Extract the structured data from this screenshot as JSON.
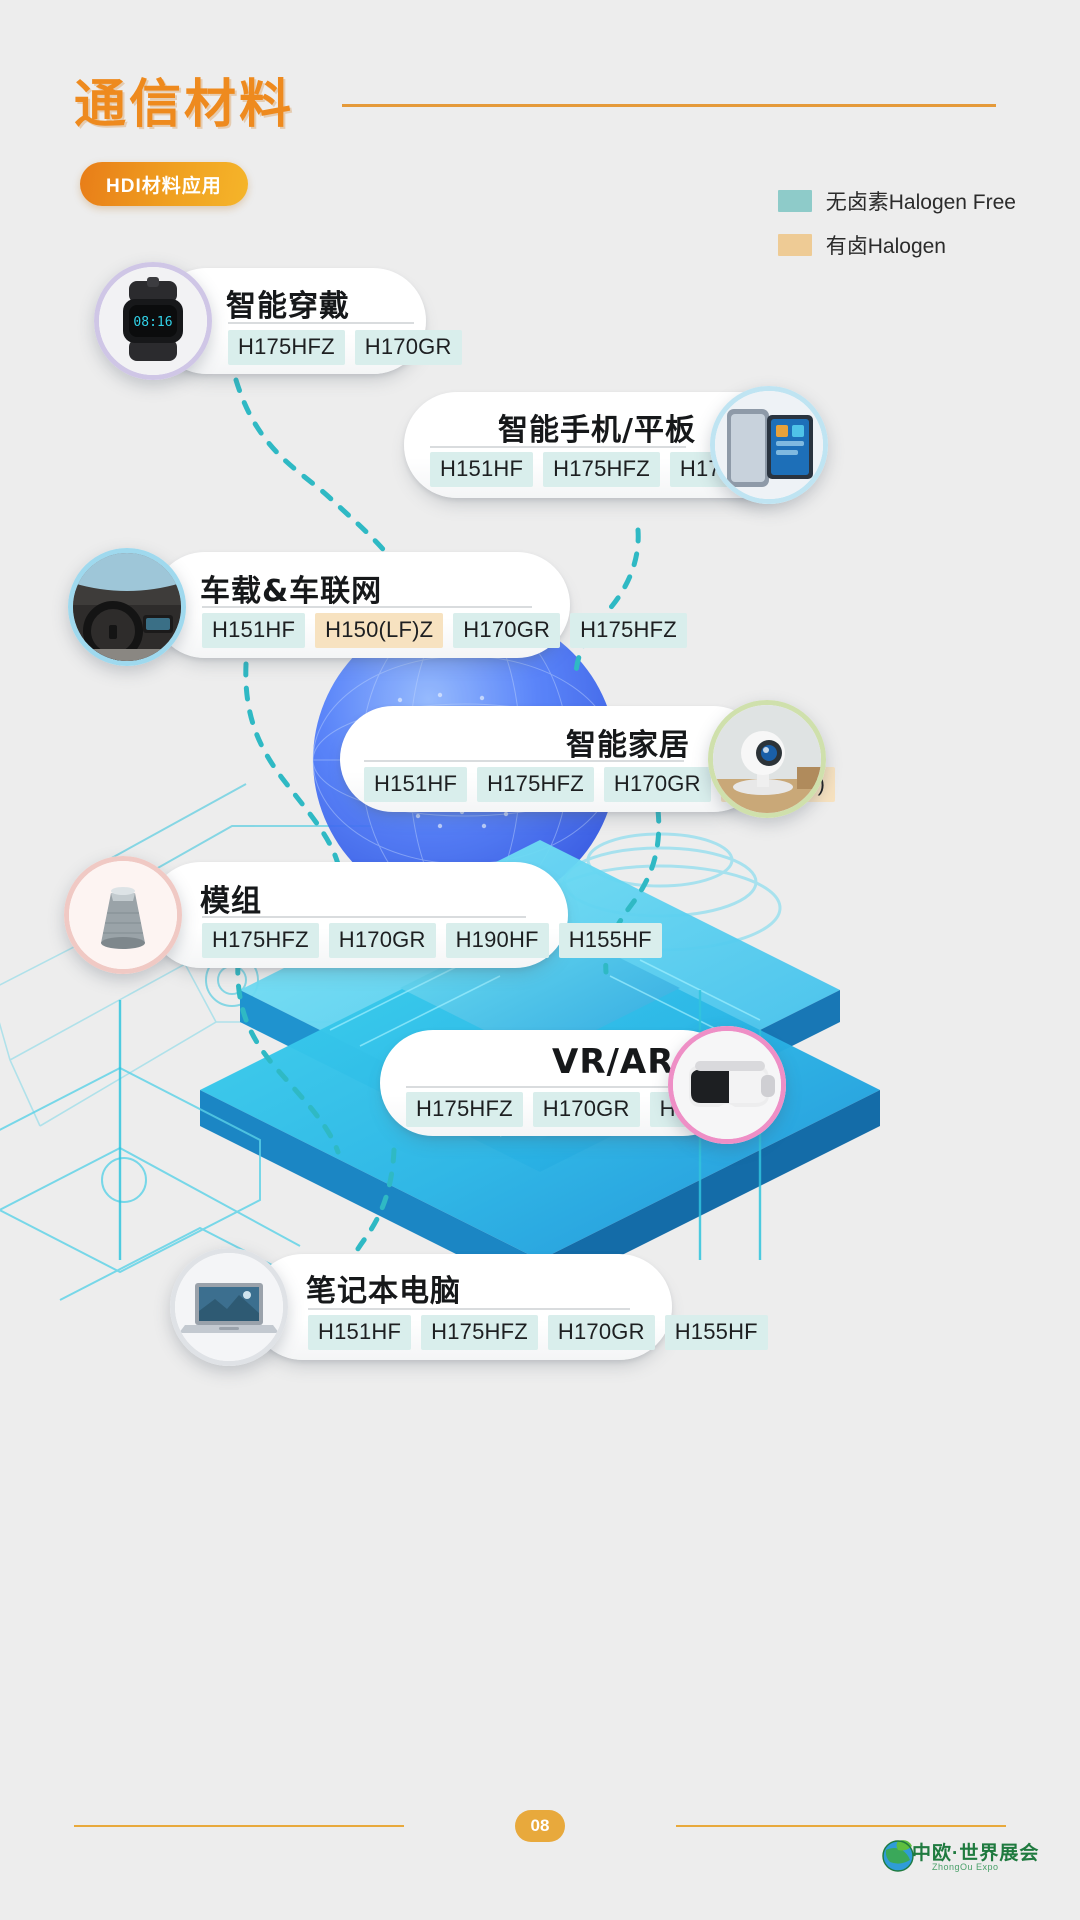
{
  "header": {
    "title": "通信材料",
    "badge": "HDI材料应用"
  },
  "legend": {
    "items": [
      {
        "label": "无卤素Halogen Free",
        "color": "#8ecbc9",
        "key": "halogen-free"
      },
      {
        "label": "有卤Halogen",
        "color": "#eecb95",
        "key": "halogen"
      }
    ]
  },
  "categories": [
    {
      "name": "智能穿戴",
      "icon": "smart-watch-photo",
      "tags": [
        {
          "text": "H175HFZ",
          "type": "hf"
        },
        {
          "text": "H170GR",
          "type": "hf"
        }
      ]
    },
    {
      "name": "智能手机/平板",
      "icon": "smartphone-tablet-photo",
      "tags": [
        {
          "text": "H151HF",
          "type": "hf"
        },
        {
          "text": "H175HFZ",
          "type": "hf"
        },
        {
          "text": "H170GR",
          "type": "hf"
        }
      ]
    },
    {
      "name": "车载&车联网",
      "icon": "car-interior-photo",
      "tags": [
        {
          "text": "H151HF",
          "type": "hf"
        },
        {
          "text": "H150(LF)Z",
          "type": "hal"
        },
        {
          "text": "H170GR",
          "type": "hf"
        },
        {
          "text": "H175HFZ",
          "type": "hf"
        }
      ]
    },
    {
      "name": "智能家居",
      "icon": "security-camera-photo",
      "tags": [
        {
          "text": "H151HF",
          "type": "hf"
        },
        {
          "text": "H175HFZ",
          "type": "hf"
        },
        {
          "text": "H170GR",
          "type": "hf"
        },
        {
          "text": "H150(LF)",
          "type": "hal"
        }
      ]
    },
    {
      "name": "模组",
      "icon": "module-component-photo",
      "tags": [
        {
          "text": "H175HFZ",
          "type": "hf"
        },
        {
          "text": "H170GR",
          "type": "hf"
        },
        {
          "text": "H190HF",
          "type": "hf"
        },
        {
          "text": "H155HF",
          "type": "hf"
        }
      ]
    },
    {
      "name": "VR/AR",
      "icon": "vr-headset-photo",
      "tags": [
        {
          "text": "H175HFZ",
          "type": "hf"
        },
        {
          "text": "H170GR",
          "type": "hf"
        },
        {
          "text": "H190HF",
          "type": "hf"
        }
      ]
    },
    {
      "name": "笔记本电脑",
      "icon": "laptop-photo",
      "tags": [
        {
          "text": "H151HF",
          "type": "hf"
        },
        {
          "text": "H175HFZ",
          "type": "hf"
        },
        {
          "text": "H170GR",
          "type": "hf"
        },
        {
          "text": "H155HF",
          "type": "hf"
        }
      ]
    }
  ],
  "footer": {
    "page_number": "08",
    "brand_cn": "中欧·世界展会",
    "brand_en": "ZhongOu Expo"
  },
  "colors": {
    "accent_orange": "#EE8A1E",
    "rule_orange": "#E8A93C",
    "halogen_free": "#8ecbc9",
    "halogen": "#eecb95",
    "tag_hf_bg": "#d9eeec",
    "tag_hal_bg": "#f7e2c0",
    "page_bg": "#ededed",
    "connector": "#2fb9c4"
  }
}
